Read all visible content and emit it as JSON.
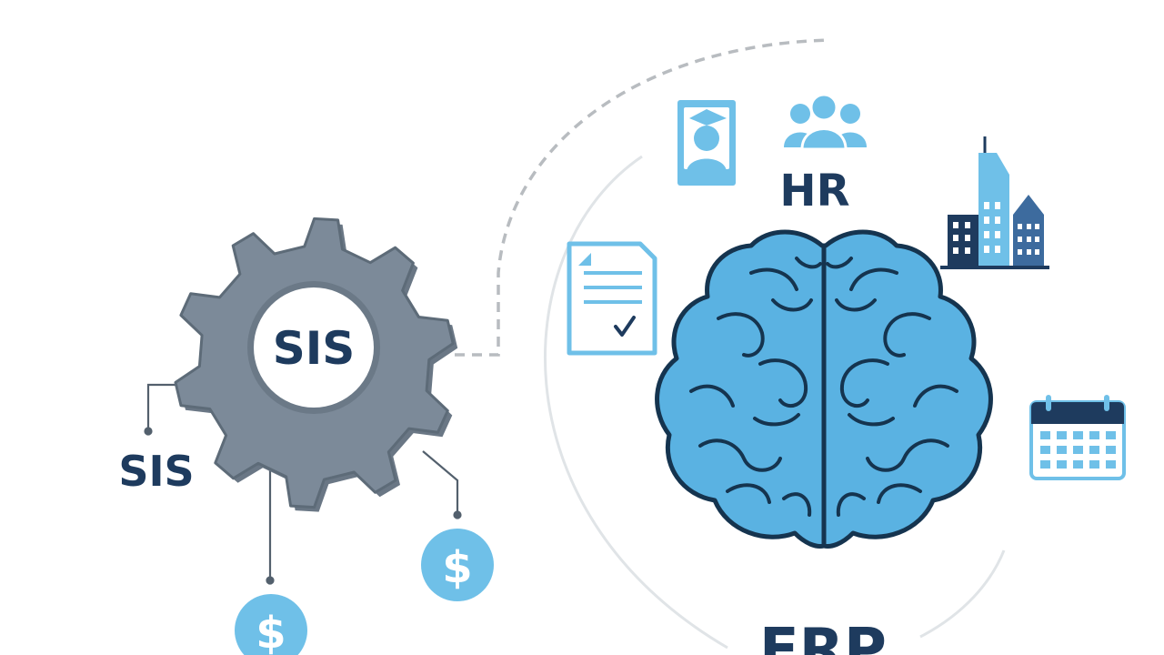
{
  "diagram": {
    "gear_label": "SIS",
    "side_label": "SIS",
    "hr_label": "HR",
    "erp_label": "ERP",
    "currency_symbol": "$",
    "colors": {
      "gear": "#7c8a99",
      "gear_outline": "#5d6b78",
      "navy": "#1e3b5e",
      "brain": "#5ab2e2",
      "brain_outline": "#15344f",
      "light_blue": "#6fc0e8",
      "dashed": "#b8bcc0",
      "arc": "#dfe3e6"
    },
    "icons": [
      "gear-icon",
      "brain-icon",
      "student-profile-icon",
      "people-group-icon",
      "office-buildings-icon",
      "document-check-icon",
      "calendar-icon",
      "dollar-coin-icon"
    ]
  }
}
